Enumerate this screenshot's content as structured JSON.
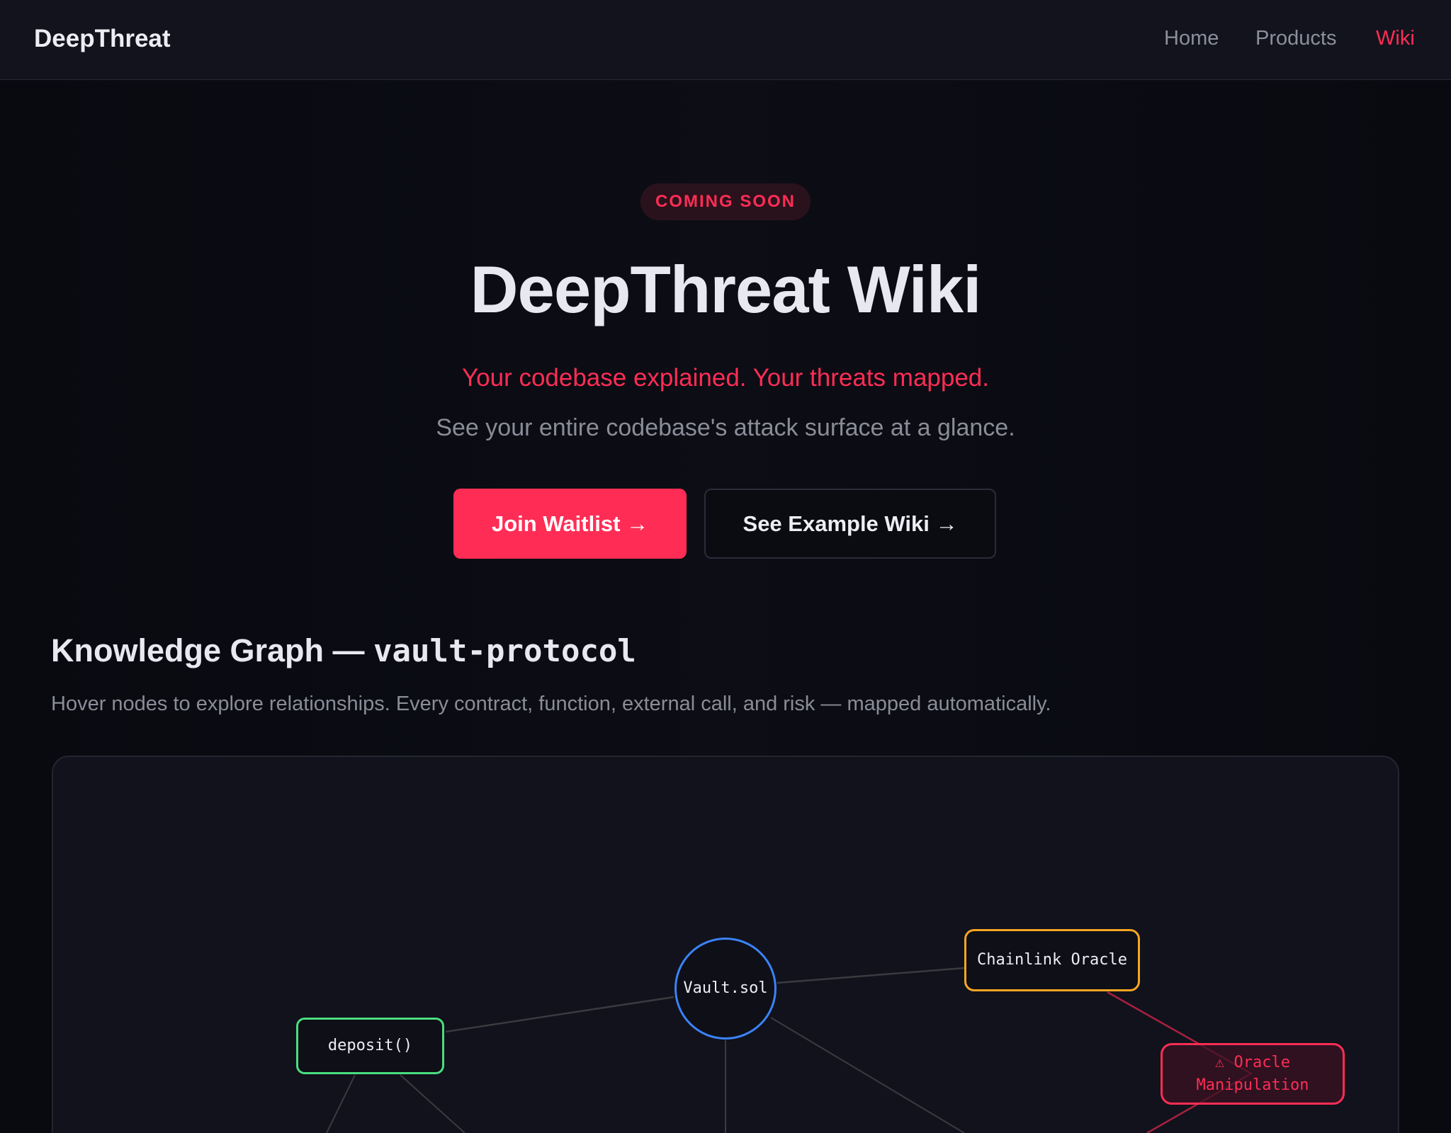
{
  "nav": {
    "logo": "DeepThreat",
    "links": [
      {
        "label": "Home"
      },
      {
        "label": "Products"
      },
      {
        "label": "Wiki"
      }
    ]
  },
  "hero": {
    "badge": "COMING SOON",
    "title": "DeepThreat Wiki",
    "tagline": "Your codebase explained. Your threats mapped.",
    "subtitle": "See your entire codebase's attack surface at a glance.",
    "primary_button": "Join Waitlist →",
    "secondary_button": "See Example Wiki →"
  },
  "graph_section": {
    "heading": "Knowledge Graph — ",
    "heading_code": "vault-protocol",
    "description": "Hover nodes to explore relationships. Every contract, function, external call, and risk — mapped automatically.",
    "nodes": {
      "vault": "Vault.sol",
      "deposit": "deposit()",
      "oracle": "Chainlink Oracle",
      "risk": "⚠ Oracle Manipulation"
    }
  },
  "colors": {
    "accent": "#ff2d55",
    "contract": "#3b82f6",
    "function": "#4ade80",
    "external": "#f5a623",
    "risk": "#ff2d55"
  }
}
